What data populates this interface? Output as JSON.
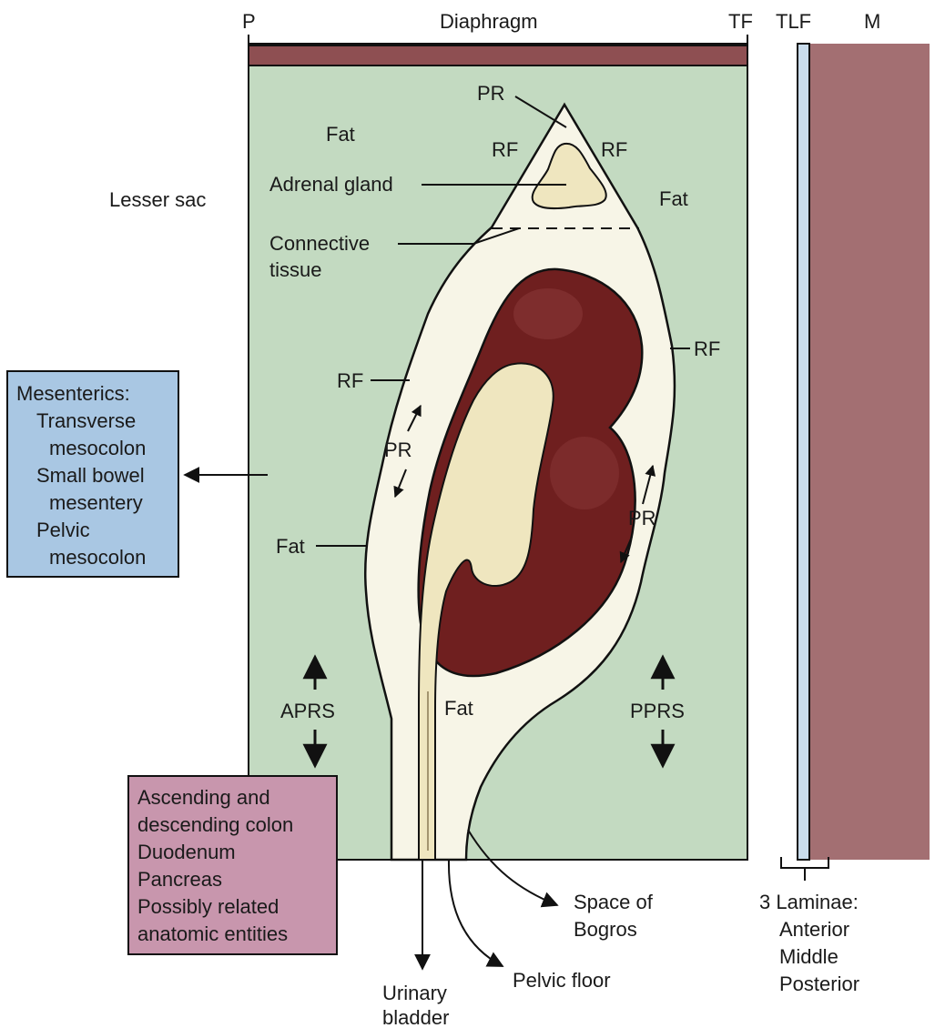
{
  "colors": {
    "retroperitoneum_bg": "#c3dac1",
    "diaphragm": "#8e4f52",
    "muscle": "#a36f72",
    "fascia_strip": "#c9dcec",
    "kidney": "#6f1f1f",
    "renal_pelvis_ureter": "#efe6bf",
    "fat": "#f7f5e7",
    "mesenterics_box": "#a9c7e3",
    "colon_box": "#c896ad"
  },
  "top_labels": {
    "p": "P",
    "diaphragm": "Diaphragm",
    "tf": "TF",
    "tlf": "TLF",
    "m": "M"
  },
  "labels": {
    "pr_top": "PR",
    "fat_upper_left": "Fat",
    "rf_left_top": "RF",
    "rf_right_top": "RF",
    "adrenal_gland": "Adrenal gland",
    "fat_upper_right": "Fat",
    "lesser_sac": "Lesser sac",
    "connective_tissue_1": "Connective",
    "connective_tissue_2": "tissue",
    "rf_right": "RF",
    "rf_left": "RF",
    "pr_left": "PR",
    "pr_right": "PR",
    "fat_left": "Fat",
    "aprs": "APRS",
    "fat_bottom": "Fat",
    "pprs": "PPRS",
    "space_of_bogros_1": "Space of",
    "space_of_bogros_2": "Bogros",
    "pelvic_floor": "Pelvic floor",
    "urinary_bladder_1": "Urinary",
    "urinary_bladder_2": "bladder",
    "laminae_1": "3 Laminae:",
    "laminae_2": "Anterior",
    "laminae_3": "Middle",
    "laminae_4": "Posterior"
  },
  "mesenterics_box": {
    "lines": [
      "Mesenterics:",
      "Transverse",
      "mesocolon",
      "Small bowel",
      "mesentery",
      "Pelvic",
      "mesocolon"
    ]
  },
  "colon_box": {
    "lines": [
      "Ascending and",
      "descending colon",
      "Duodenum",
      "Pancreas",
      "Possibly related",
      "anatomic entities"
    ]
  }
}
